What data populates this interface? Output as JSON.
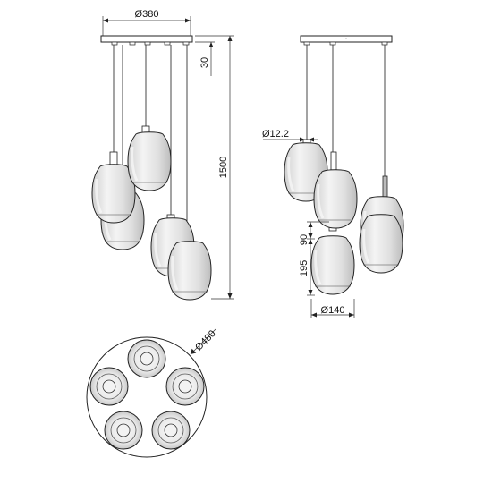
{
  "dimensions": {
    "canopy_width": "Ø380",
    "canopy_height": "30",
    "total_height": "1500",
    "cable_diameter": "Ø12.2",
    "neck_height": "90",
    "shade_height": "195",
    "shade_diameter": "Ø140",
    "base_diameter": "Ø480"
  },
  "colors": {
    "line": "#222222",
    "shade_fill": "#e6e6e6",
    "shade_highlight": "#f6f6f6"
  }
}
